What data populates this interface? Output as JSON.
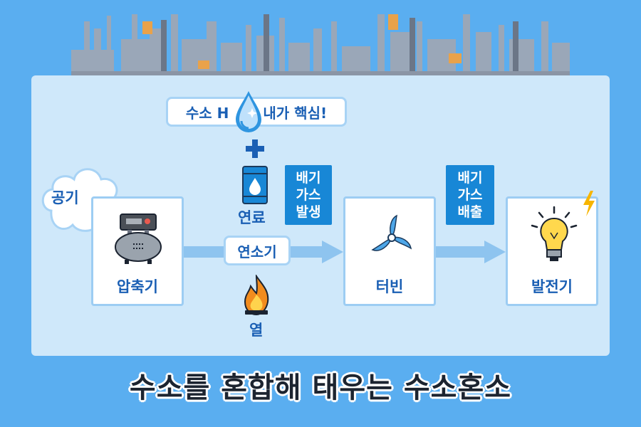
{
  "title": "수소를 혼합해 태우는 수소혼소",
  "hydrogen_badge": {
    "left": "수소 H",
    "right": "내가 핵심!"
  },
  "air_label": "공기",
  "compressor_label": "압축기",
  "fuel_label": "연료",
  "combustor_label": "연소기",
  "heat_label": "열",
  "exhaust_generation_tag": [
    "배기",
    "가스",
    "발생"
  ],
  "turbine_label": "터빈",
  "exhaust_discharge_tag": [
    "배기",
    "가스",
    "배출"
  ],
  "generator_label": "발전기",
  "colors": {
    "background": "#5aaef0",
    "panel": "#cfe8fa",
    "accent": "#1887d6",
    "label": "#1a5fb4"
  },
  "icons": [
    "factory-skyline",
    "water-drop-icon",
    "plus-icon",
    "fuel-barrel-icon",
    "compressor-icon",
    "flame-icon",
    "turbine-icon",
    "light-bulb-icon",
    "lightning-icon",
    "cloud-icon",
    "arrow-icon"
  ]
}
